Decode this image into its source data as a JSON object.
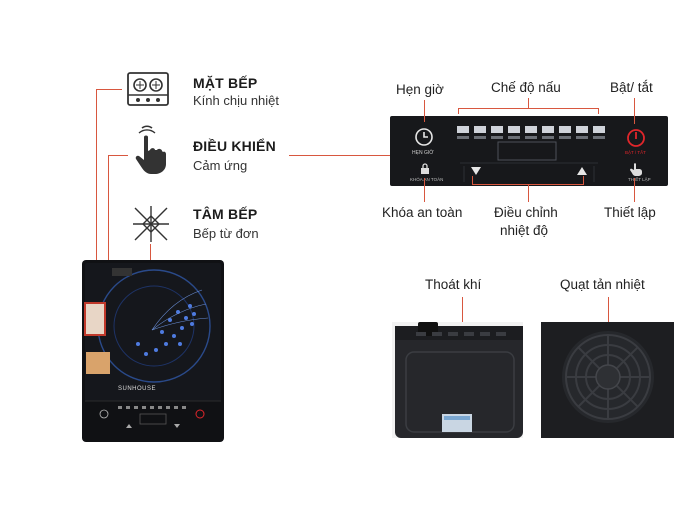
{
  "features": [
    {
      "title": "MẶT BẾP",
      "subtitle": "Kính chịu nhiệt",
      "icon": "cooktop-icon"
    },
    {
      "title": "ĐIỀU KHIỂN",
      "subtitle": "Cảm ứng",
      "icon": "touch-hand-icon"
    },
    {
      "title": "TÂM BẾP",
      "subtitle": "Bếp từ đơn",
      "icon": "induction-center-icon"
    }
  ],
  "panel_callouts": {
    "timer": "Hẹn giờ",
    "modes": "Chế độ nấu",
    "power": "Bật/ tắt",
    "lock": "Khóa an toàn",
    "adjust_line1": "Điều chỉnh",
    "adjust_line2": "nhiệt độ",
    "setting": "Thiết lập"
  },
  "panel_small_text": {
    "timer": "HẸN GIỜ",
    "lock": "KHÓA AN TOÀN",
    "power": "BẬT / TẮT",
    "setting": "THIẾT LẬP"
  },
  "bottom_callouts": {
    "vent": "Thoát khí",
    "fan": "Quạt tản nhiệt"
  },
  "product": {
    "brand": "SUNHOUSE"
  },
  "colors": {
    "accent_line": "#d8573f",
    "power_red": "#e0262b",
    "dark_panel": "#17181b"
  }
}
